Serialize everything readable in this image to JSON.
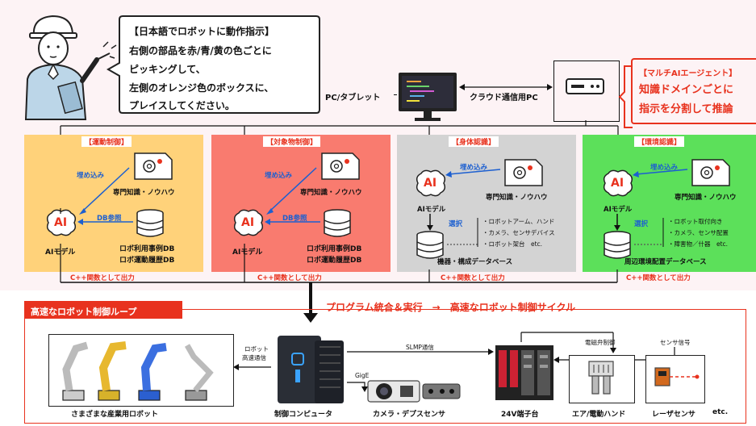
{
  "speech": {
    "line1": "【日本語でロボットに動作指示】",
    "line2": "右側の部品を赤/青/黄の色ごとに",
    "line3": "ピッキングして、",
    "line4": "左側のオレンジ色のボックスに、",
    "line5": "プレイスしてください。"
  },
  "devices": {
    "pc_tablet": "PC/タブレット",
    "cloud_link": "クラウド通信用PC"
  },
  "multi_agent": {
    "title": "【マルチAIエージェント】",
    "line1": "知識ドメインごとに",
    "line2": "指示を分割して推論"
  },
  "panels": {
    "motion": {
      "title": "【運動制御】",
      "embed": "埋め込み",
      "knowledge": "専門知識・ノウハウ",
      "db_ref": "DB参照",
      "db1": "ロボ利用事例DB",
      "db2": "ロボ運動履歴DB",
      "model": "AIモデル",
      "output": "C++関数として出力"
    },
    "object": {
      "title": "【対象物制御】",
      "embed": "埋め込み",
      "knowledge": "専門知識・ノウハウ",
      "db_ref": "DB参照",
      "db1": "ロボ利用事例DB",
      "db2": "ロボ運動履歴DB",
      "model": "AIモデル",
      "output": "C++関数として出力"
    },
    "body": {
      "title": "【身体認識】",
      "embed": "埋め込み",
      "knowledge": "専門知識・ノウハウ",
      "model": "AIモデル",
      "select": "選択",
      "items": [
        "・ロボットアーム、ハンド",
        "・カメラ、センサデバイス",
        "・ロボット架台　etc."
      ],
      "db": "機器・構成データベース",
      "output": "C++関数として出力"
    },
    "env": {
      "title": "【環境認識】",
      "embed": "埋め込み",
      "knowledge": "専門知識・ノウハウ",
      "model": "AIモデル",
      "select": "選択",
      "items": [
        "・ロボット取付向き",
        "・カメラ、センサ配置",
        "・障害物／什器　etc."
      ],
      "db": "周辺環境配置データベース",
      "output": "C++関数として出力"
    }
  },
  "ai_text": "AI",
  "loop": {
    "title": "高速なロボット制御ループ",
    "headline": "プログラム統合＆実行　→　高速なロボット制御サイクル"
  },
  "bottom": {
    "robot_comm": "ロボット\n高速通信",
    "robot_comm_1": "ロボット",
    "robot_comm_2": "高速通信",
    "robots": "さまざまな産業用ロボット",
    "controller": "制御コンピュータ",
    "slmp": "SLMP通信",
    "gige": "GigE",
    "camera": "カメラ・デプスセンサ",
    "terminal": "24V端子台",
    "valve_ctrl": "電磁弁制御",
    "sensor_sig": "センサ信号",
    "hand": "エア/電動ハンド",
    "laser": "レーザセンサ",
    "etc": "etc."
  },
  "colors": {
    "accent_red": "#e8321e",
    "motion_bg": "#ffd27a",
    "object_bg": "#f97b6f",
    "body_bg": "#d3d3d3",
    "env_bg": "#5ce05a",
    "link_blue": "#1c5fd0"
  }
}
